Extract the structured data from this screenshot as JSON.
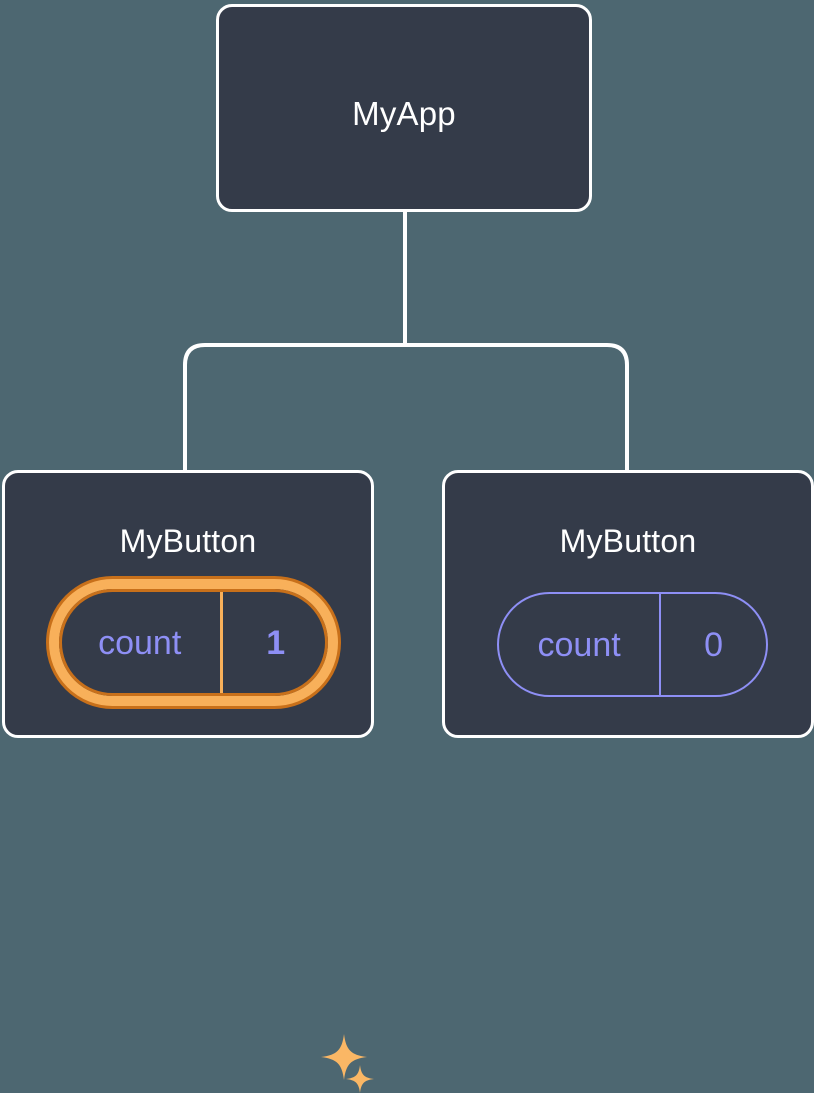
{
  "diagram": {
    "type": "component-tree",
    "background_color": "#4d6771",
    "node_fill_color": "#343b49",
    "node_border_color": "#ffffff",
    "connector_color": "#ffffff",
    "state_color": "#8e8ff5",
    "highlight_color_light": "#f8b05a",
    "highlight_color_dark": "#c8701a",
    "sparkle_color": "#fab765"
  },
  "root": {
    "title": "MyApp"
  },
  "children": [
    {
      "title": "MyButton",
      "state": {
        "key": "count",
        "value": "1"
      },
      "highlighted": true,
      "sparkles": [
        "sparkle-large",
        "sparkle-small"
      ]
    },
    {
      "title": "MyButton",
      "state": {
        "key": "count",
        "value": "0"
      },
      "highlighted": false
    }
  ]
}
